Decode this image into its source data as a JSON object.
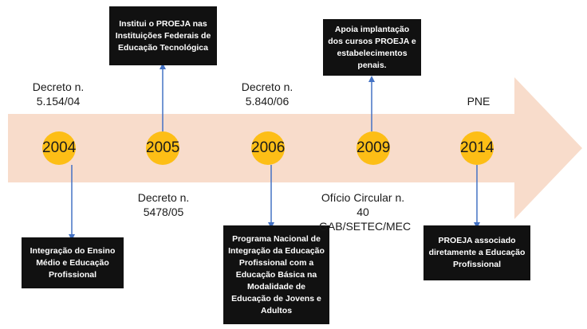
{
  "timeline": {
    "arrow_color": "#F8DCCB",
    "connector_color": "#4472C4",
    "circle_color": "#FDBE16",
    "box_color": "#111111",
    "years": [
      "2004",
      "2005",
      "2006",
      "2009",
      "2014"
    ],
    "boxes": {
      "b2004": "Integração do Ensino Médio e Educação Profissional",
      "b2005": "Institui o PROEJA nas Instituições Federais de Educação Tecnológica",
      "b2006": "Programa Nacional de Integração da Educação Profissional com a Educação Básica na Modalidade de Educação de Jovens e Adultos",
      "b2009": "Apoia implantação dos cursos PROEJA e estabelecimentos penais.",
      "b2014": "PROEJA associado diretamente a Educação Profissional"
    },
    "labels": {
      "decreto_5154": "Decreto n. 5.154/04",
      "decreto_5478": "Decreto n. 5478/05",
      "decreto_5840": "Decreto n. 5.840/06",
      "oficio": "Ofício Circular n. 40 GAB/SETEC/MEC",
      "pne": "PNE"
    }
  }
}
